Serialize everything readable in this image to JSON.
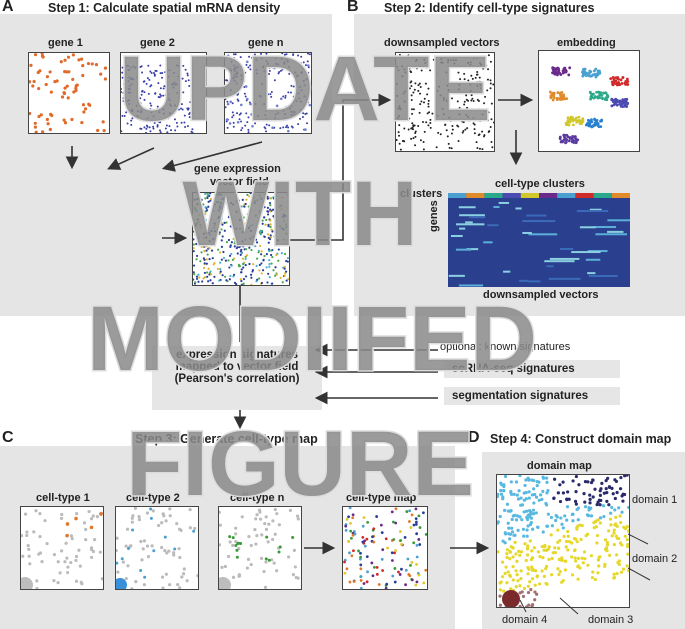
{
  "panels": {
    "a": {
      "letter": "A",
      "title": "Step 1: Calculate spatial mRNA density",
      "gene1": "gene 1",
      "gene2": "gene 2",
      "genen": "gene n",
      "field_label_1": "gene expression",
      "field_label_2": "vector field"
    },
    "b": {
      "letter": "B",
      "title": "Step 2: Identify cell-type signatures",
      "downsampled": "downsampled vectors",
      "embedding": "embedding",
      "clusters_title": "cell-type clusters",
      "clusters_side": "clusters",
      "genes_axis": "genes",
      "vectors_axis": "downsampled vectors"
    },
    "mid": {
      "expression_1": "expression signatures",
      "expression_2": "mapped to vector field",
      "expression_3": "(Pearson's correlation)",
      "known": "optional: known signatures",
      "scrna": "scRNA-seq signatures",
      "segmentation": "segmentation signatures"
    },
    "c": {
      "letter": "C",
      "title": "Step 3: Generate cell-type map",
      "ct1": "cell-type 1",
      "ct2": "cell-type 2",
      "ctn": "cell-type n",
      "ctmap": "cell-type map"
    },
    "d": {
      "letter": "D",
      "title": "Step 4: Construct domain map",
      "domain_map": "domain map",
      "domain1": "domain 1",
      "domain2": "domain 2",
      "domain3": "domain 3",
      "domain4": "domain 4"
    }
  },
  "overlay": {
    "line1": "UPDATE",
    "line2": "WITH",
    "line3": "MODIIFED",
    "line4": "FIGURE"
  },
  "colors": {
    "panel_bg": "#e5e5e5",
    "heatmap_bg": "#2b3f8f",
    "overlay_fill": "#888888",
    "overlay_stroke": "#d0d0d0"
  },
  "icons": {
    "arrow": "arrow-icon"
  }
}
